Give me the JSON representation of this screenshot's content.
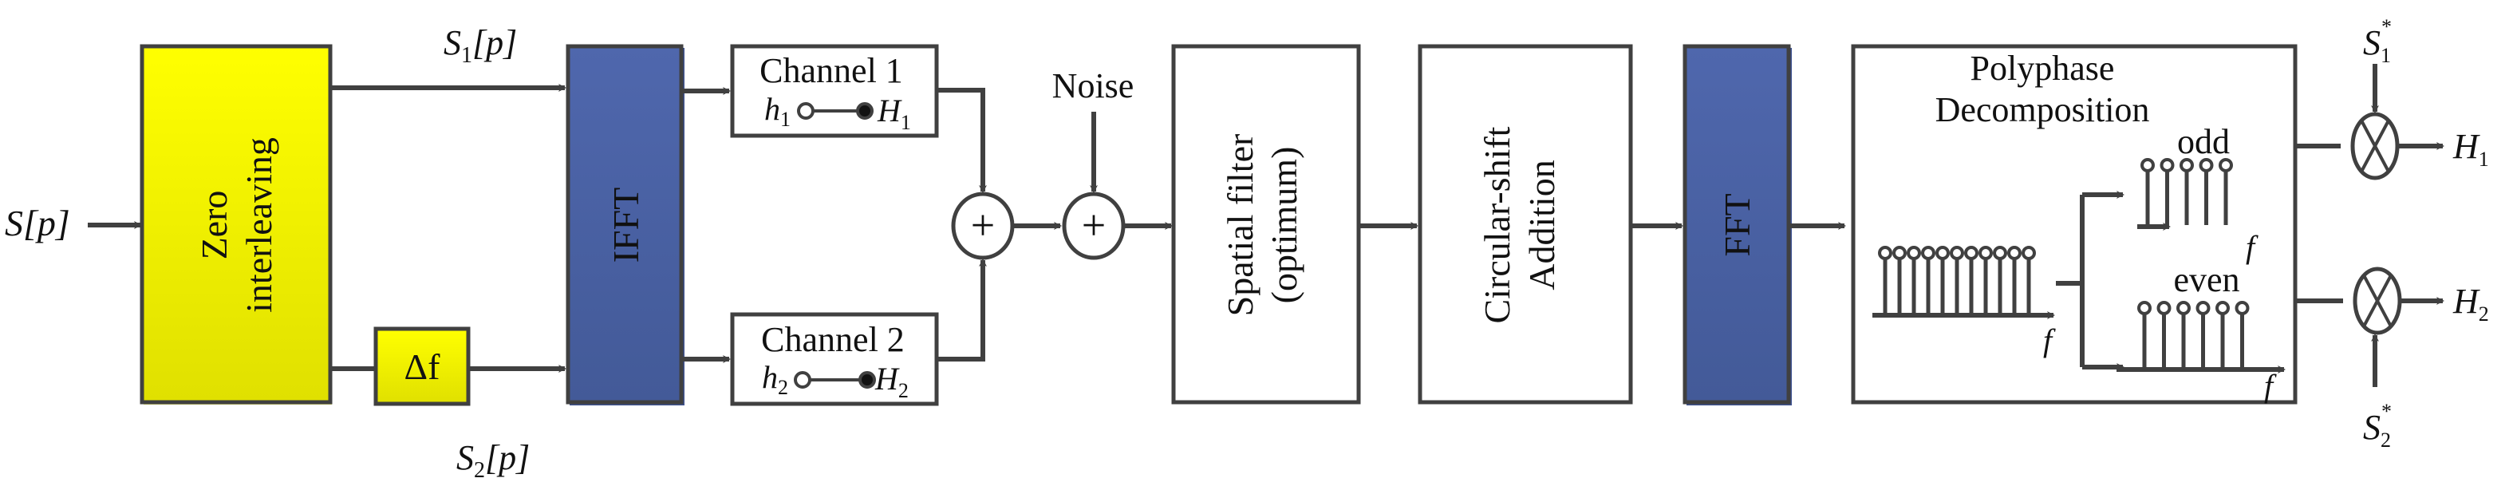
{
  "input_label": {
    "base": "S",
    "arg": "[p]"
  },
  "s1_label": {
    "base": "S",
    "sub": "1",
    "arg": "[p]"
  },
  "s2_label": {
    "base": "S",
    "sub": "2",
    "arg": "[p]"
  },
  "zero_interleaving": {
    "line1": "Zero",
    "line2": "interleaving"
  },
  "delta_f": "Δf",
  "ifft": "IFFT",
  "channel1": {
    "title": "Channel 1",
    "h": "h",
    "h_sub": "1",
    "H": "H",
    "H_sub": "1"
  },
  "channel2": {
    "title": "Channel 2",
    "h": "h",
    "h_sub": "2",
    "H": "H",
    "H_sub": "2"
  },
  "noise": "Noise",
  "adder_symbol": "+",
  "spatial_filter": {
    "line1": "Spatial filter",
    "line2": "(optimum)"
  },
  "circular_shift": {
    "line1": "Circular-shift",
    "line2": "Addition"
  },
  "fft": "FFT",
  "polyphase": {
    "line1": "Polyphase",
    "line2": "Decomposition",
    "odd": "odd",
    "even": "even",
    "axis": "f",
    "full_samples": 11,
    "odd_samples": 5,
    "even_samples": 6
  },
  "s1_conj": {
    "base": "S",
    "sub": "1",
    "sup": "*"
  },
  "s2_conj": {
    "base": "S",
    "sub": "2",
    "sup": "*"
  },
  "out1": {
    "base": "H",
    "sub": "1"
  },
  "out2": {
    "base": "H",
    "sub": "2"
  },
  "colors": {
    "yellow_top": "#ffff00",
    "yellow_bottom": "#e0e000",
    "blue_top": "#4f67ad",
    "blue_bottom": "#435a98",
    "line": "#404040"
  }
}
